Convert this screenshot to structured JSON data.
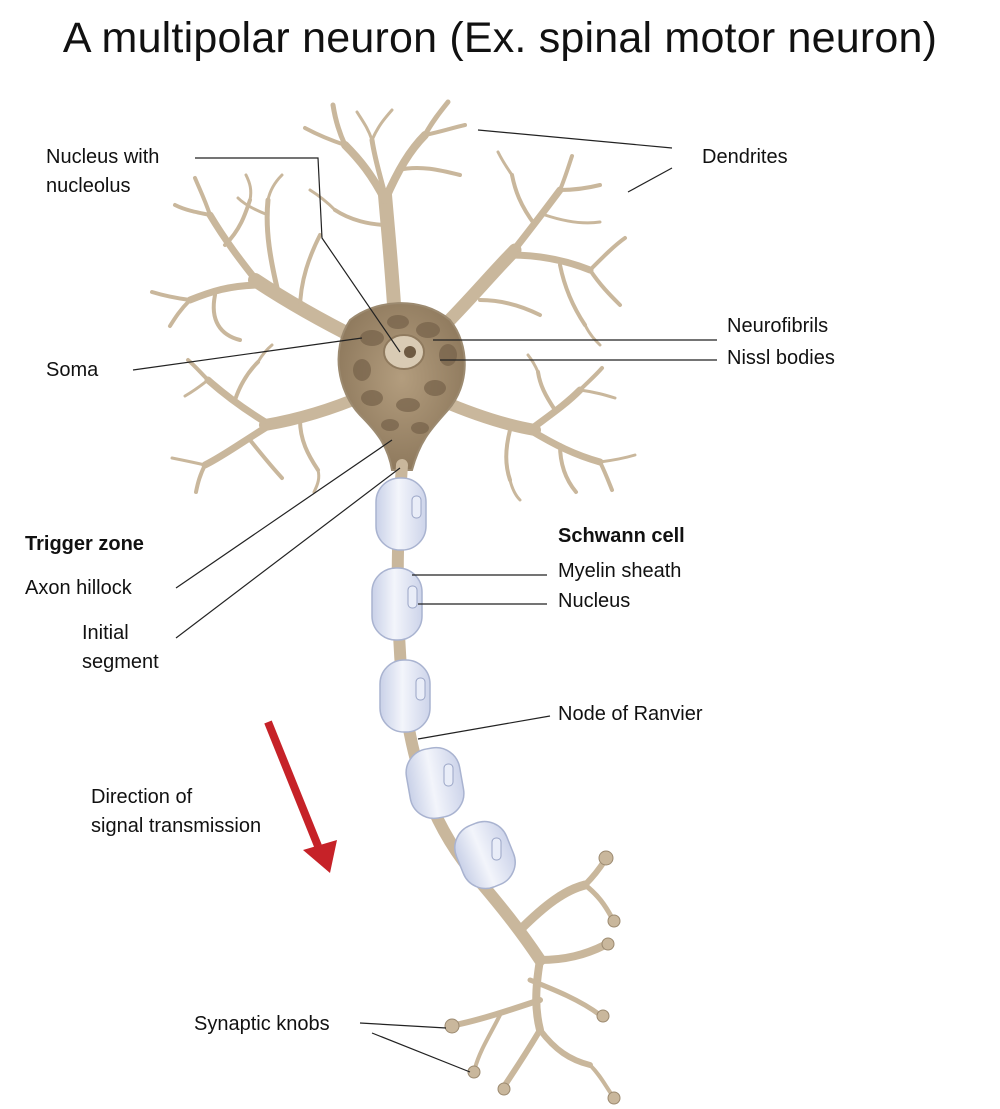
{
  "title": "A multipolar neuron (Ex. spinal motor neuron)",
  "labels": {
    "nucleus_with_nucleolus_1": "Nucleus with",
    "nucleus_with_nucleolus_2": "nucleolus",
    "dendrites": "Dendrites",
    "soma": "Soma",
    "neurofibrils": "Neurofibrils",
    "nissl_bodies": "Nissl bodies",
    "trigger_zone": "Trigger zone",
    "axon_hillock": "Axon hillock",
    "initial_segment_1": "Initial",
    "initial_segment_2": "segment",
    "schwann_cell": "Schwann cell",
    "myelin_sheath": "Myelin sheath",
    "nucleus": "Nucleus",
    "node_of_ranvier": "Node of Ranvier",
    "direction_1": "Direction of",
    "direction_2": "signal transmission",
    "synaptic_knobs": "Synaptic knobs"
  },
  "colors": {
    "neuron": "#c9b79c",
    "neuron_outline": "#9c8a70",
    "soma_inner": "#8f7a5e",
    "myelin": "#dde3f2",
    "myelin_outline": "#a9b3d0",
    "arrow": "#c62228",
    "leader_line": "#222222"
  }
}
